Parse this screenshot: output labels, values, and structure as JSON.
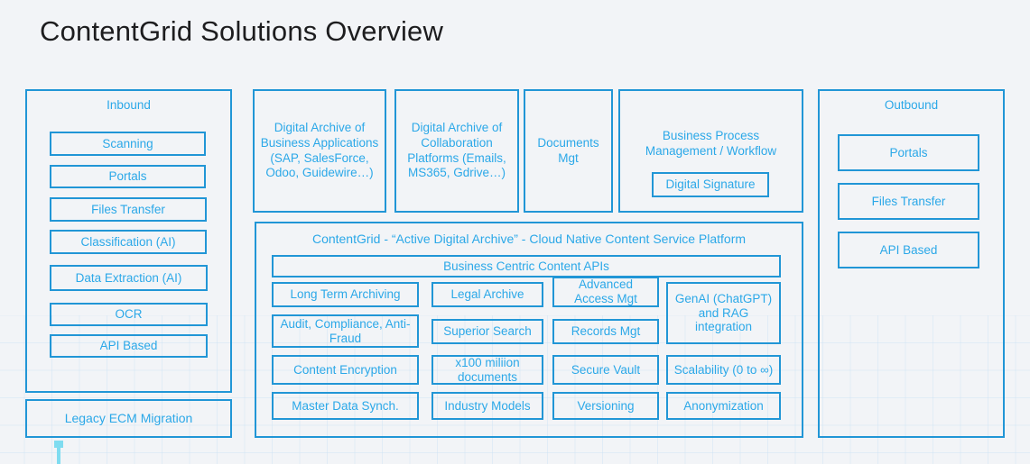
{
  "page": {
    "title": "ContentGrid Solutions Overview",
    "background_color": "#f2f4f7",
    "accent_color": "#2196d6",
    "text_accent_color": "#2ba8e8",
    "title_color": "#1d1d1f",
    "connector_color": "#7fdcf0"
  },
  "inbound": {
    "title": "Inbound",
    "items": [
      {
        "label": "Scanning"
      },
      {
        "label": "Portals"
      },
      {
        "label": "Files Transfer"
      },
      {
        "label": "Classification (AI)"
      },
      {
        "label": "Data Extraction (AI)"
      },
      {
        "label": "OCR"
      },
      {
        "label": "API Based"
      }
    ]
  },
  "legacy": {
    "label": "Legacy ECM Migration"
  },
  "top_row": [
    {
      "label": "Digital Archive of Business Applications (SAP, SalesForce, Odoo, Guidewire…)"
    },
    {
      "label": "Digital Archive of Collaboration Platforms (Emails, MS365, Gdrive…)"
    },
    {
      "label": "Documents Mgt"
    },
    {
      "label": "Business Process Management / Workflow"
    }
  ],
  "bpm": {
    "title": "Business Process Management / Workflow",
    "sub_chip": "Digital Signature"
  },
  "platform": {
    "header": "ContentGrid - “Active Digital Archive” - Cloud Native Content Service Platform",
    "api_bar": "Business Centric Content APIs",
    "features": {
      "col1": [
        {
          "label": "Long Term Archiving"
        },
        {
          "label": "Audit, Compliance, Anti-Fraud"
        },
        {
          "label": "Content Encryption"
        },
        {
          "label": "Master Data Synch."
        }
      ],
      "col2": [
        {
          "label": "Legal Archive"
        },
        {
          "label": "Superior Search"
        },
        {
          "label": "x100 miliion documents"
        },
        {
          "label": "Industry Models"
        }
      ],
      "col3": [
        {
          "label": "Advanced Access Mgt"
        },
        {
          "label": "Records Mgt"
        },
        {
          "label": "Secure Vault"
        },
        {
          "label": "Versioning"
        }
      ],
      "col4": [
        {
          "label": "GenAI (ChatGPT) and RAG integration"
        },
        {
          "label": "Scalability (0 to ∞)"
        },
        {
          "label": "Anonymization"
        }
      ]
    }
  },
  "outbound": {
    "title": "Outbound",
    "items": [
      {
        "label": "Portals"
      },
      {
        "label": "Files Transfer"
      },
      {
        "label": "API Based"
      }
    ]
  }
}
